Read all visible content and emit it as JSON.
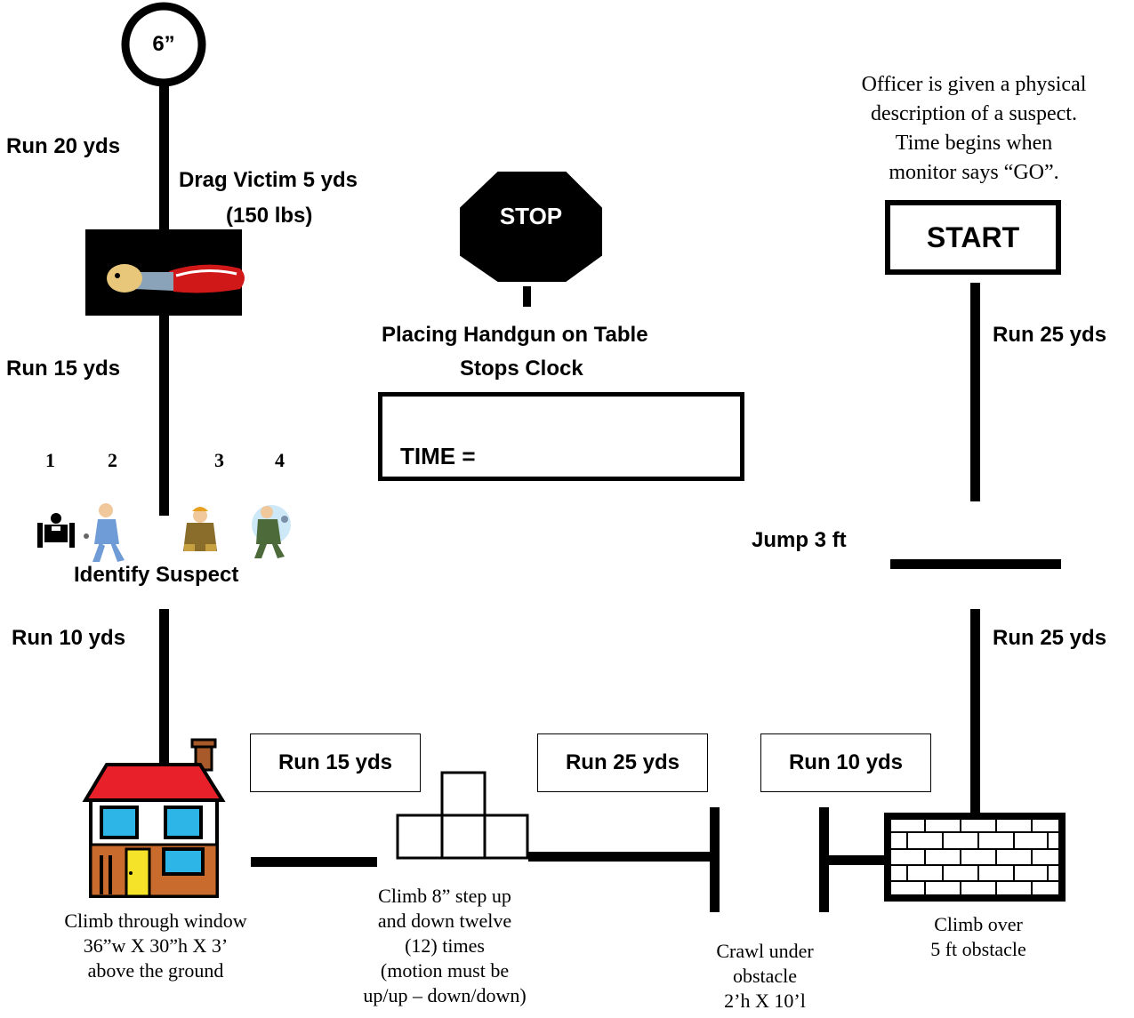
{
  "finish_sign": "6”",
  "run_20": "Run 20 yds",
  "drag_victim": "Drag Victim 5 yds",
  "drag_weight": "(150 lbs)",
  "run_15_left": "Run 15 yds",
  "suspect_numbers": [
    "1",
    "2",
    "3",
    "4"
  ],
  "identify_suspect": "Identify Suspect",
  "run_10_left": "Run 10 yds",
  "stop_sign": "STOP",
  "handgun_line1": "Placing Handgun on Table",
  "handgun_line2": "Stops Clock",
  "time_label": "TIME =",
  "start_description": "Officer is given a physical\ndescription of a suspect.\nTime begins when\nmonitor says “GO”.",
  "start_label": "START",
  "run_25_top": "Run 25 yds",
  "jump": "Jump 3 ft",
  "run_25_right": "Run 25 yds",
  "run_15_box": "Run 15 yds",
  "run_25_box": "Run 25 yds",
  "run_10_box": "Run 10 yds",
  "window_caption": "Climb through window\n36”w X 30”h X 3’\nabove the ground",
  "step_caption": "Climb 8” step up\nand down twelve\n(12) times\n(motion must be\nup/up – down/down)",
  "crawl_caption": "Crawl under\nobstacle\n2’h X 10’l",
  "wall_caption": "Climb over\n5 ft obstacle"
}
